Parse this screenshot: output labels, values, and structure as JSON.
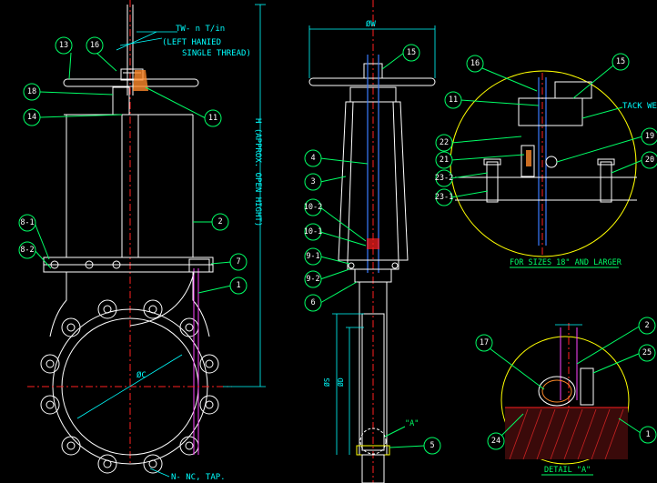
{
  "notes": {
    "thread_1": "TW- n T/in",
    "thread_2": "(LEFT HANIED",
    "thread_3": "SINGLE THREAD)",
    "height": "H (APPROX. OPEN HIGHT)",
    "width_dim": "ØW",
    "diam_c": "ØC",
    "tap": "N- NC, TAP.",
    "tack_weld": "TACK WE",
    "sizes": "FOR SIZES 18\" AND LARGER",
    "detail_a": "DETAIL \"A\"",
    "detail_a_ref": "\"A\"",
    "dim_d": "ØD",
    "dim_s": "ØS"
  },
  "balloons": {
    "front": [
      "13",
      "16",
      "18",
      "14",
      "11",
      "8-1",
      "8-2",
      "2",
      "7",
      "1"
    ],
    "side": [
      "15",
      "4",
      "3",
      "10-2",
      "10-1",
      "9-1",
      "9-2",
      "6",
      "5"
    ],
    "detail_top": [
      "16",
      "15",
      "11",
      "22",
      "21",
      "23-2",
      "23-1",
      "19",
      "20"
    ],
    "detail_bottom": [
      "17",
      "2",
      "25",
      "24",
      "1"
    ]
  },
  "colors": {
    "line": "#ffffff",
    "outline": "#ffff00",
    "leader": "#00ff66",
    "dimension": "#00ffff",
    "centerline": "#ff2020",
    "stem": "#3a7bff",
    "seat": "#ff44ff"
  }
}
